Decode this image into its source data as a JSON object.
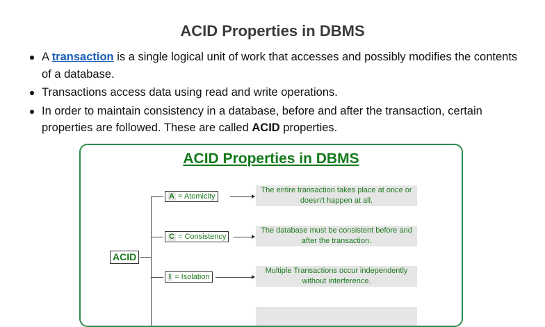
{
  "title": "ACID Properties in DBMS",
  "bullets": [
    {
      "pre": "A ",
      "link": "transaction",
      "post": " is a single logical unit of work that accesses and possibly modifies the contents of a database."
    },
    {
      "text": "Transactions access data using read and write operations."
    },
    {
      "pre": "In order to maintain consistency in a database, before and after the transaction, certain properties are followed. These are called ",
      "bold": "ACID",
      "post": " properties."
    }
  ],
  "diagram": {
    "title": "ACID Properties in DBMS",
    "root": "ACID",
    "items": [
      {
        "letter": "A",
        "label": " = Atomicity",
        "desc": "The entire transaction takes place at once or doesn't happen at all."
      },
      {
        "letter": "C",
        "label": " = Consistency",
        "desc": "The database must be consistent before and after the transaction."
      },
      {
        "letter": "I",
        "label": " = Isolation",
        "desc": "Multiple Transactions occur independently without interference."
      }
    ]
  }
}
